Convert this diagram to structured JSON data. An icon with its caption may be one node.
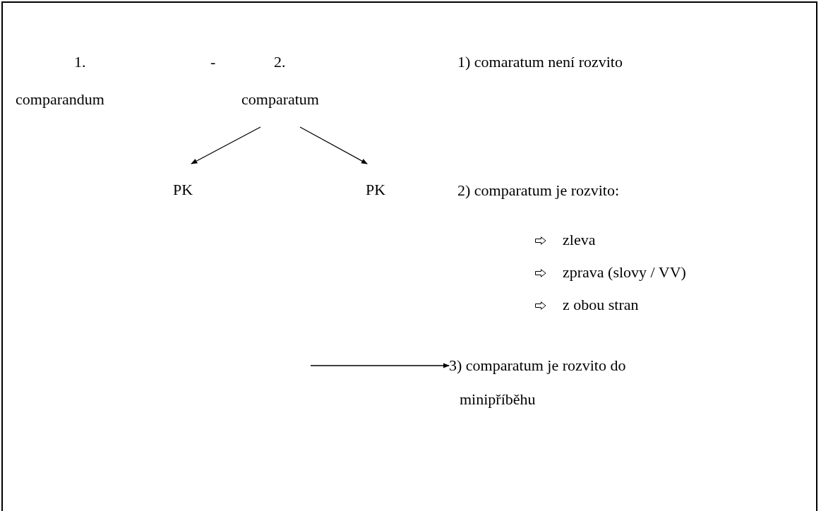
{
  "diagram": {
    "nodes": [
      {
        "text": [
          "comparatum"
        ]
      },
      {
        "text": [
          "PK"
        ]
      },
      {
        "text": [
          "PK"
        ]
      },
      {
        "text": [
          "3) comparatum je rozvito do minipříběhu"
        ]
      }
    ],
    "edges": [
      {
        "from": 0,
        "to": 1,
        "arrow": "to"
      },
      {
        "from": 0,
        "to": 2,
        "arrow": "to"
      },
      {
        "from": null,
        "to": 3,
        "arrow": "to"
      }
    ],
    "labels": [
      "1.",
      "-",
      "2.",
      "1) comaratum není rozvito",
      "comparandum",
      "2) comparatum je rozvito:",
      "zleva",
      "zprava (slovy / VV)",
      "z obou stran"
    ]
  }
}
